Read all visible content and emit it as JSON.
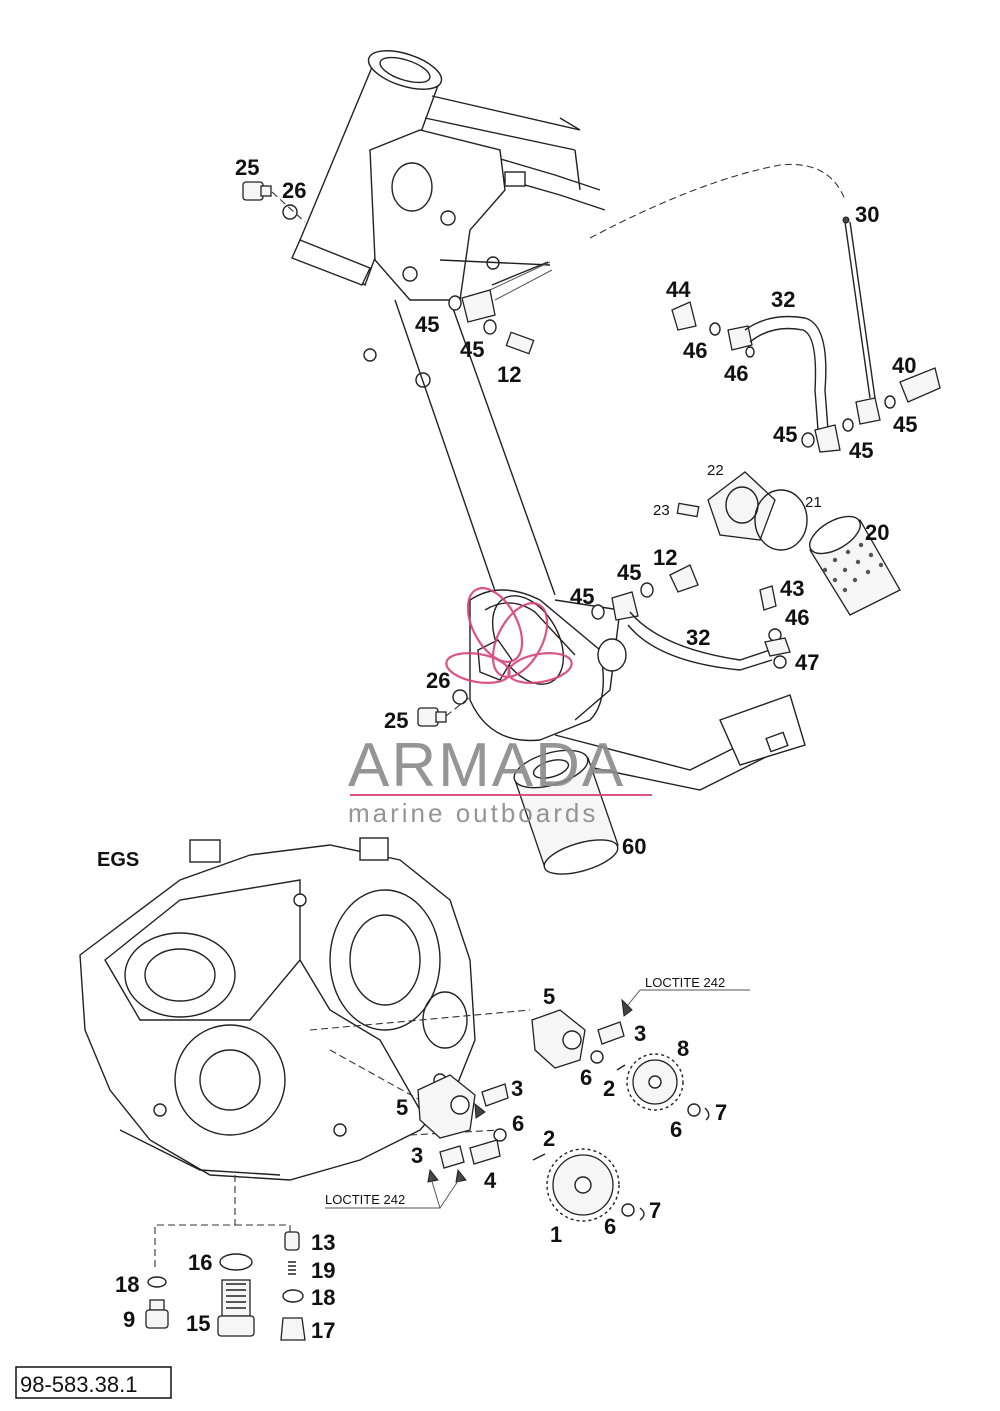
{
  "diagram": {
    "callouts": [
      {
        "id": "c25a",
        "text": "25"
      },
      {
        "id": "c26a",
        "text": "26"
      },
      {
        "id": "c45a",
        "text": "45"
      },
      {
        "id": "c45b",
        "text": "45"
      },
      {
        "id": "c12a",
        "text": "12"
      },
      {
        "id": "c30",
        "text": "30"
      },
      {
        "id": "c44",
        "text": "44"
      },
      {
        "id": "c32a",
        "text": "32"
      },
      {
        "id": "c46a",
        "text": "46"
      },
      {
        "id": "c46b",
        "text": "46"
      },
      {
        "id": "c40",
        "text": "40"
      },
      {
        "id": "c45c",
        "text": "45"
      },
      {
        "id": "c45d",
        "text": "45"
      },
      {
        "id": "c45e",
        "text": "45"
      },
      {
        "id": "c22",
        "text": "22"
      },
      {
        "id": "c21",
        "text": "21"
      },
      {
        "id": "c23",
        "text": "23"
      },
      {
        "id": "c20",
        "text": "20"
      },
      {
        "id": "c12b",
        "text": "12"
      },
      {
        "id": "c45f",
        "text": "45"
      },
      {
        "id": "c45g",
        "text": "45"
      },
      {
        "id": "c43",
        "text": "43"
      },
      {
        "id": "c46c",
        "text": "46"
      },
      {
        "id": "c32b",
        "text": "32"
      },
      {
        "id": "c47",
        "text": "47"
      },
      {
        "id": "c26b",
        "text": "26"
      },
      {
        "id": "c25b",
        "text": "25"
      },
      {
        "id": "c60",
        "text": "60"
      },
      {
        "id": "c5a",
        "text": "5"
      },
      {
        "id": "c3a",
        "text": "3"
      },
      {
        "id": "c8",
        "text": "8"
      },
      {
        "id": "c6a",
        "text": "6"
      },
      {
        "id": "c2a",
        "text": "2"
      },
      {
        "id": "c7a",
        "text": "7"
      },
      {
        "id": "c6b",
        "text": "6"
      },
      {
        "id": "c5b",
        "text": "5"
      },
      {
        "id": "c3b",
        "text": "3"
      },
      {
        "id": "c6c",
        "text": "6"
      },
      {
        "id": "c2b",
        "text": "2"
      },
      {
        "id": "c3c",
        "text": "3"
      },
      {
        "id": "c4",
        "text": "4"
      },
      {
        "id": "c7b",
        "text": "7"
      },
      {
        "id": "c6d",
        "text": "6"
      },
      {
        "id": "c1",
        "text": "1"
      },
      {
        "id": "c13",
        "text": "13"
      },
      {
        "id": "c16",
        "text": "16"
      },
      {
        "id": "c19",
        "text": "19"
      },
      {
        "id": "c18a",
        "text": "18"
      },
      {
        "id": "c18b",
        "text": "18"
      },
      {
        "id": "c9",
        "text": "9"
      },
      {
        "id": "c15",
        "text": "15"
      },
      {
        "id": "c17",
        "text": "17"
      }
    ],
    "notes": {
      "loctite_top": "LOCTITE 242",
      "loctite_bottom": "LOCTITE 242",
      "engine_label": "EGS"
    },
    "reference_number": "98-583.38.1",
    "watermark": {
      "brand": "ARMADA",
      "tagline": "marine outboards",
      "accent_color": "#d6437a",
      "text_color": "#8a8a8a"
    }
  }
}
